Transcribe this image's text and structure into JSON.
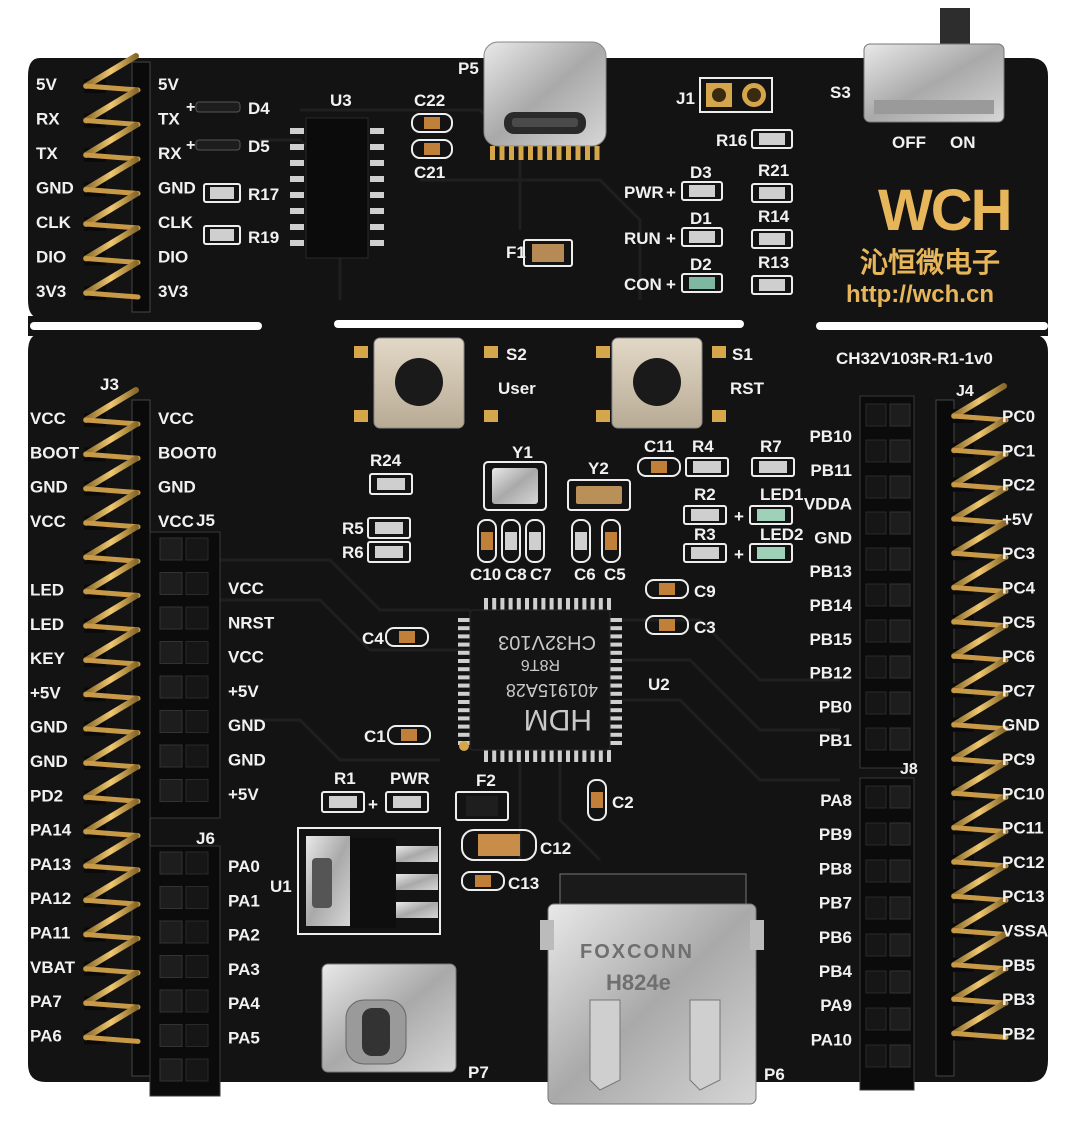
{
  "board": {
    "model": "CH32V103R-R1-1v0",
    "brand_logo": "WCH",
    "brand_cn": "沁恒微电子",
    "brand_url": "http://wch.cn"
  },
  "colors": {
    "pcb": "#121212",
    "silk": "#f1f1f1",
    "gold": "#d9a846",
    "metal": "#bdbdbd"
  },
  "mcu": {
    "designator": "U2",
    "logo": "HDM",
    "lot": "401915A28",
    "variant": "R8T6",
    "part": "CH32V103"
  },
  "usb_connector": {
    "brand": "FOXCONN",
    "code": "H824e",
    "designator": "P6"
  },
  "designators": {
    "P5": "P5",
    "P7": "P7",
    "U3": "U3",
    "U1": "U1",
    "J1": "J1",
    "J3": "J3",
    "J4": "J4",
    "J5": "J5",
    "J6": "J6",
    "J8": "J8",
    "S3": "S3",
    "S2": "S2",
    "S1": "S1",
    "Y1": "Y1",
    "Y2": "Y2",
    "F1": "F1",
    "F2": "F2",
    "C22": "C22",
    "C21": "C21",
    "C11": "C11",
    "C10": "C10",
    "C8": "C8",
    "C7": "C7",
    "C6": "C6",
    "C5": "C5",
    "C9": "C9",
    "C3": "C3",
    "C4": "C4",
    "C1": "C1",
    "C2": "C2",
    "C12": "C12",
    "C13": "C13",
    "R16": "R16",
    "R21": "R21",
    "R14": "R14",
    "R13": "R13",
    "R17": "R17",
    "R19": "R19",
    "R24": "R24",
    "R5": "R5",
    "R6": "R6",
    "R4": "R4",
    "R7": "R7",
    "R2": "R2",
    "R3": "R3",
    "R1": "R1",
    "D4": "D4",
    "D5": "D5",
    "D3": "D3",
    "D1": "D1",
    "D2": "D2",
    "LED1": "LED1",
    "LED2": "LED2"
  },
  "switch_labels": {
    "off": "OFF",
    "on": "ON"
  },
  "button_labels": {
    "user": "User",
    "rst": "RST"
  },
  "led_labels": {
    "pwr": "PWR",
    "run": "RUN",
    "con": "CON",
    "pwr2": "PWR"
  },
  "plus": "+",
  "headers": {
    "top_left_right": [
      "5V",
      "TX",
      "RX",
      "GND",
      "CLK",
      "DIO",
      "3V3"
    ],
    "top_left_left": [
      "5V",
      "RX",
      "TX",
      "GND",
      "CLK",
      "DIO",
      "3V3"
    ],
    "j3_right": [
      "VCC",
      "BOOT0",
      "GND",
      "VCC"
    ],
    "j3_left": [
      "VCC",
      "BOOT",
      "GND",
      "VCC",
      "",
      "LED",
      "LED",
      "KEY",
      "+5V",
      "GND",
      "GND",
      "PD2",
      "PA14",
      "PA13",
      "PA12",
      "PA11",
      "VBAT",
      "PA7",
      "PA6"
    ],
    "j5": [
      "VCC",
      "NRST",
      "VCC",
      "+5V",
      "GND",
      "GND",
      "+5V"
    ],
    "j6": [
      "PA0",
      "PA1",
      "PA2",
      "PA3",
      "PA4",
      "PA5"
    ],
    "right_inner": [
      "PB10",
      "PB11",
      "VDDA",
      "GND",
      "PB13",
      "PB14",
      "PB15",
      "PB12",
      "PB0",
      "PB1"
    ],
    "right_inner_j8": [
      "PA8",
      "PB9",
      "PB8",
      "PB7",
      "PB6",
      "PB4",
      "PA9",
      "PA10"
    ],
    "right_outer": [
      "PC0",
      "PC1",
      "PC2",
      "+5V",
      "PC3",
      "PC4",
      "PC5",
      "PC6",
      "PC7",
      "GND",
      "PC9",
      "PC10",
      "PC11",
      "PC12",
      "PC13",
      "VSSA",
      "PB5",
      "PB3",
      "PB2"
    ]
  }
}
